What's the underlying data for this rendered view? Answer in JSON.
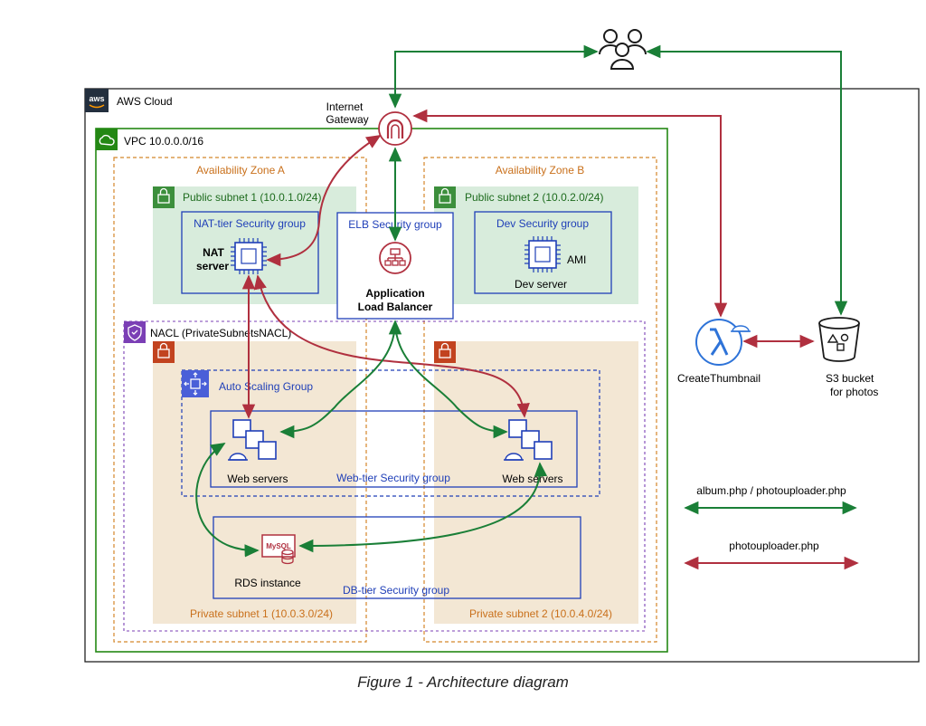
{
  "aws_cloud_label": "AWS Cloud",
  "aws_logo_text": "aws",
  "vpc_label": "VPC 10.0.0.0/16",
  "internet_gateway_label": [
    "Internet",
    "Gateway"
  ],
  "availability_zone_a": "Availability Zone A",
  "availability_zone_b": "Availability Zone B",
  "public_subnet_1": "Public subnet 1 (10.0.1.0/24)",
  "public_subnet_2": "Public subnet 2 (10.0.2.0/24)",
  "nat_security_group": "NAT-tier Security group",
  "nat_server_label": [
    "NAT",
    "server"
  ],
  "elb_security_group": "ELB Security group",
  "alb_label": [
    "Application",
    "Load Balancer"
  ],
  "dev_security_group": "Dev Security group",
  "ami_label": "AMI",
  "dev_server_label": "Dev server",
  "nacl_label": "NACL (PrivateSubnetsNACL)",
  "auto_scaling_group": "Auto Scaling Group",
  "web_servers_left": "Web servers",
  "web_servers_right": "Web servers",
  "web_tier_security_group": "Web-tier Security group",
  "rds_label": "RDS instance",
  "mysql_text": "MySQL",
  "db_tier_security_group": "DB-tier Security group",
  "private_subnet_1": "Private subnet 1 (10.0.3.0/24)",
  "private_subnet_2": "Private subnet 2 (10.0.4.0/24)",
  "lambda_label": "CreateThumbnail",
  "s3_label": [
    "S3 bucket",
    "for photos"
  ],
  "legend": [
    {
      "label": "album.php / photouploader.php",
      "color": "#1a7f37"
    },
    {
      "label": "photouploader.php",
      "color": "#b0303f"
    }
  ],
  "colors": {
    "green_flow": "#1a7f37",
    "red_flow": "#b0303f",
    "vpc_border": "#248814",
    "public_subnet_fill": "#d8ecdc",
    "private_subnet_fill": "#f3e7d4",
    "security_group_border": "#1f3fb8",
    "az_border": "#d4862a"
  },
  "caption": "Figure 1 - Architecture diagram"
}
